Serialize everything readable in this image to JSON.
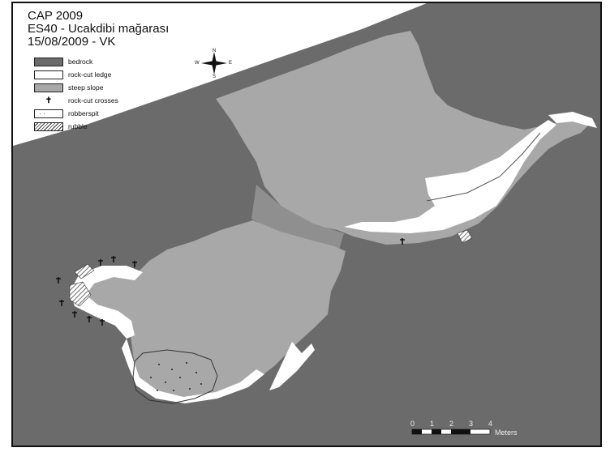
{
  "title": {
    "line1": "CAP 2009",
    "line2": "ES40 - Ucakdibi mağarası",
    "line3": "15/08/2009 - VK"
  },
  "legend": [
    {
      "key": "bedrock",
      "label": "bedrock"
    },
    {
      "key": "rock_cut_ledge",
      "label": "rock-cut ledge"
    },
    {
      "key": "steep_slope",
      "label": "steep slope"
    },
    {
      "key": "rock_cut_crosses",
      "label": "rock-cut crosses"
    },
    {
      "key": "robberspit",
      "label": "robberspit"
    },
    {
      "key": "rubble",
      "label": "rubble"
    }
  ],
  "compass": {
    "n": "N",
    "s": "S",
    "e": "E",
    "w": "W"
  },
  "scale_bar": {
    "ticks": [
      "0",
      "1",
      "2",
      "3",
      "4"
    ],
    "unit": "Meters"
  },
  "colors": {
    "bedrock": "#6a6a6a",
    "cave_floor": "#a9a9a9",
    "passage": "#8f8f8f",
    "ledge": "#ffffff",
    "background": "#ffffff"
  }
}
